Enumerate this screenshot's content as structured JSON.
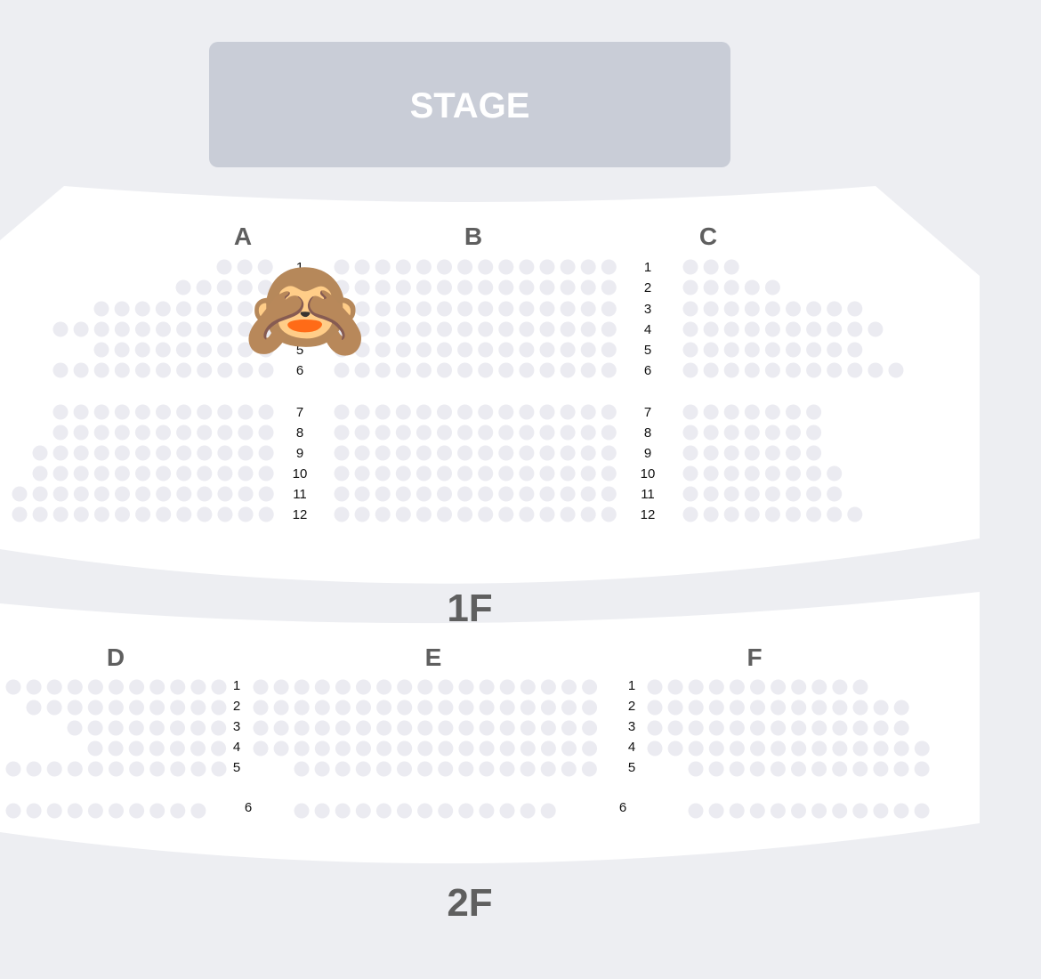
{
  "stage": {
    "label": "STAGE"
  },
  "floors": [
    {
      "label": "1F",
      "sections": [
        "A",
        "B",
        "C"
      ],
      "rows": [
        "1",
        "2",
        "3",
        "4",
        "5",
        "6",
        "7",
        "8",
        "9",
        "10",
        "11",
        "12"
      ]
    },
    {
      "label": "2F",
      "sections": [
        "D",
        "E",
        "F"
      ],
      "rows": [
        "1",
        "2",
        "3",
        "4",
        "5",
        "6"
      ]
    }
  ],
  "overlay": {
    "icon": "see-no-evil-monkey-icon",
    "glyph": "🙈"
  },
  "colors": {
    "background": "#edeef2",
    "stage": "#c9cdd7",
    "floor_area": "#ffffff",
    "seat": "#ebebf1",
    "label": "#5f5f5f"
  }
}
